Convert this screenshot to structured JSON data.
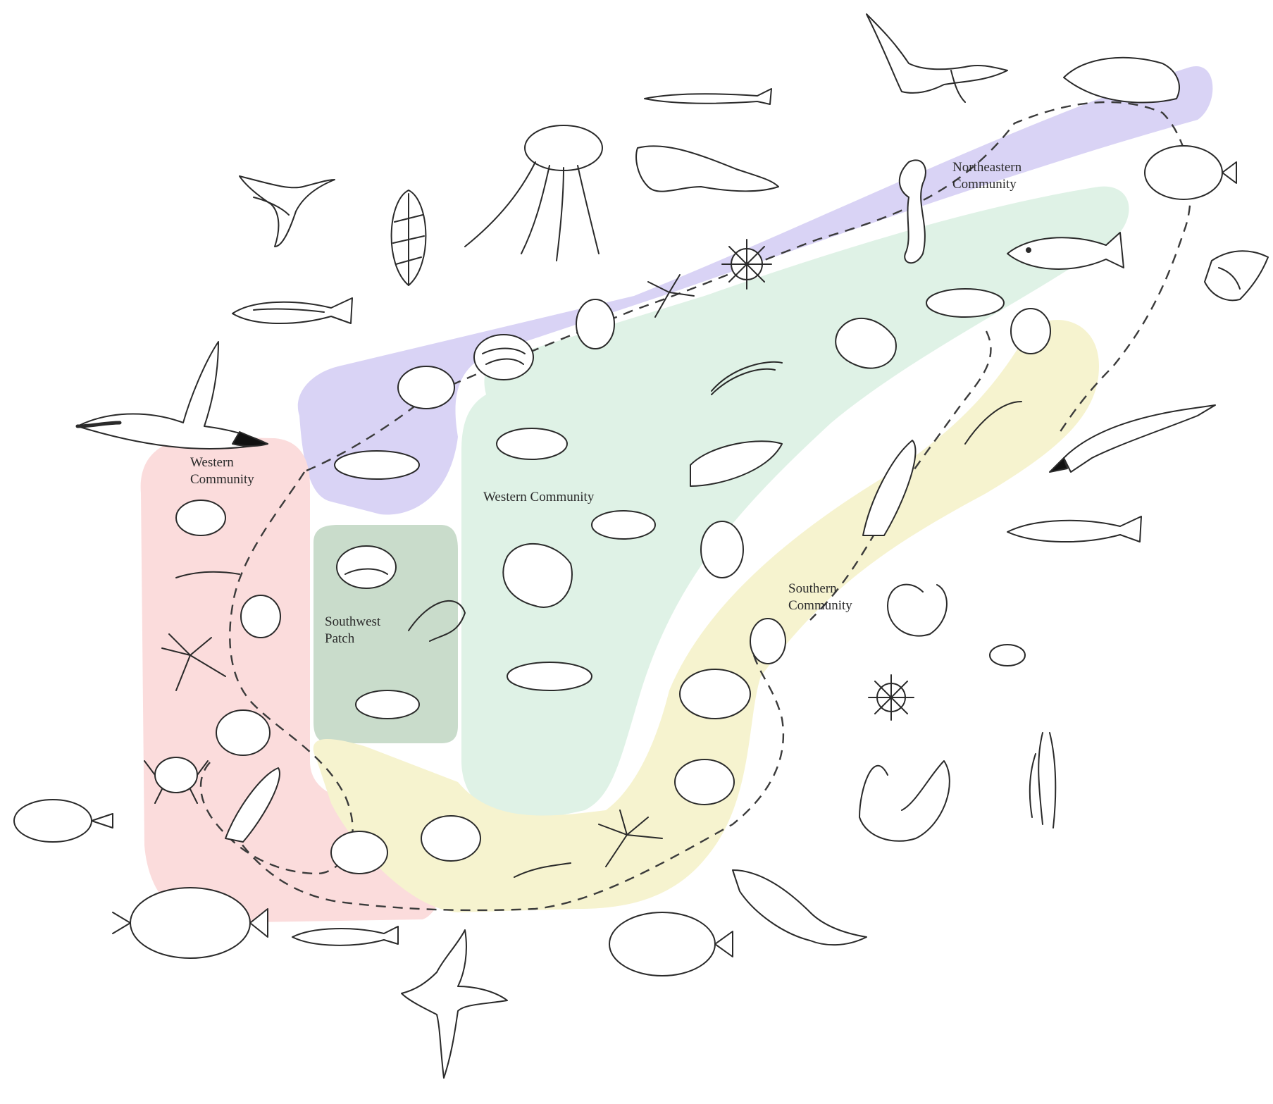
{
  "colors": {
    "northeastern": "#d9d3f5",
    "western_left": "#fbdcdc",
    "western_main": "#dff2e6",
    "southwest": "#c9dccb",
    "southern": "#f6f3cf",
    "ink": "#2a2a2a",
    "connector": "#3b3b3b"
  },
  "regions": {
    "northeastern": {
      "line1": "Northeastern",
      "line2": "Community"
    },
    "western_left": {
      "line1": "Western",
      "line2": "Community"
    },
    "western_main": {
      "line1": "Western Community"
    },
    "southwest": {
      "line1": "Southwest",
      "line2": "Patch"
    },
    "southern": {
      "line1": "Southern",
      "line2": "Community"
    }
  },
  "organisms": {
    "outer": [
      "tern",
      "gannet",
      "guillemot",
      "gull",
      "sand-eel",
      "mackerel",
      "herring",
      "lion-mane-jellyfish",
      "sea-pen",
      "seal",
      "harbour-porpoise",
      "cod",
      "whiting",
      "plaice",
      "dab",
      "flounder",
      "bream",
      "gurnard",
      "shag",
      "kelp",
      "hornwrack",
      "bryozoan",
      "sea-urchin",
      "sponge"
    ],
    "inner": [
      "brittlestar",
      "cockle",
      "razor-clam",
      "sea-mouse",
      "amphipod",
      "polychaete",
      "tube-worm",
      "bivalve",
      "crab",
      "prawn",
      "shrimp",
      "seahorse",
      "urchin"
    ]
  }
}
